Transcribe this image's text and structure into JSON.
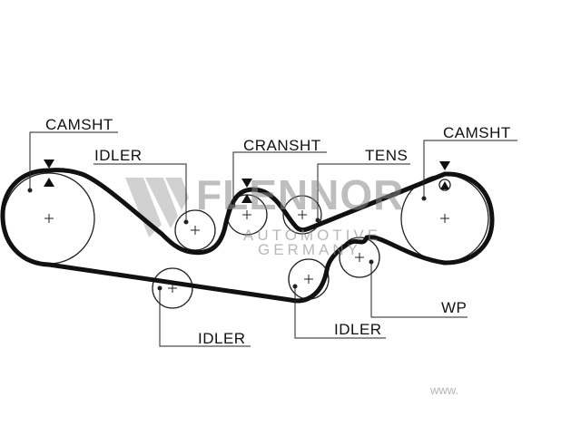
{
  "labels": {
    "camshaft_left": "CAMSHT",
    "idler_top": "IDLER",
    "crankshaft": "CRANSHT",
    "tensioner": "TENS",
    "camshaft_right": "CAMSHT",
    "water_pump": "WP",
    "idler_bottom_left": "IDLER",
    "idler_bottom_right": "IDLER"
  },
  "watermark": {
    "brand": "FLENNOR",
    "sub_line1": "AUTOMOTIVE",
    "sub_line2": "GERMANY",
    "url": "www."
  },
  "colors": {
    "belt": "#111111",
    "pulley": "#222222",
    "watermark": "#8a8a8a"
  }
}
